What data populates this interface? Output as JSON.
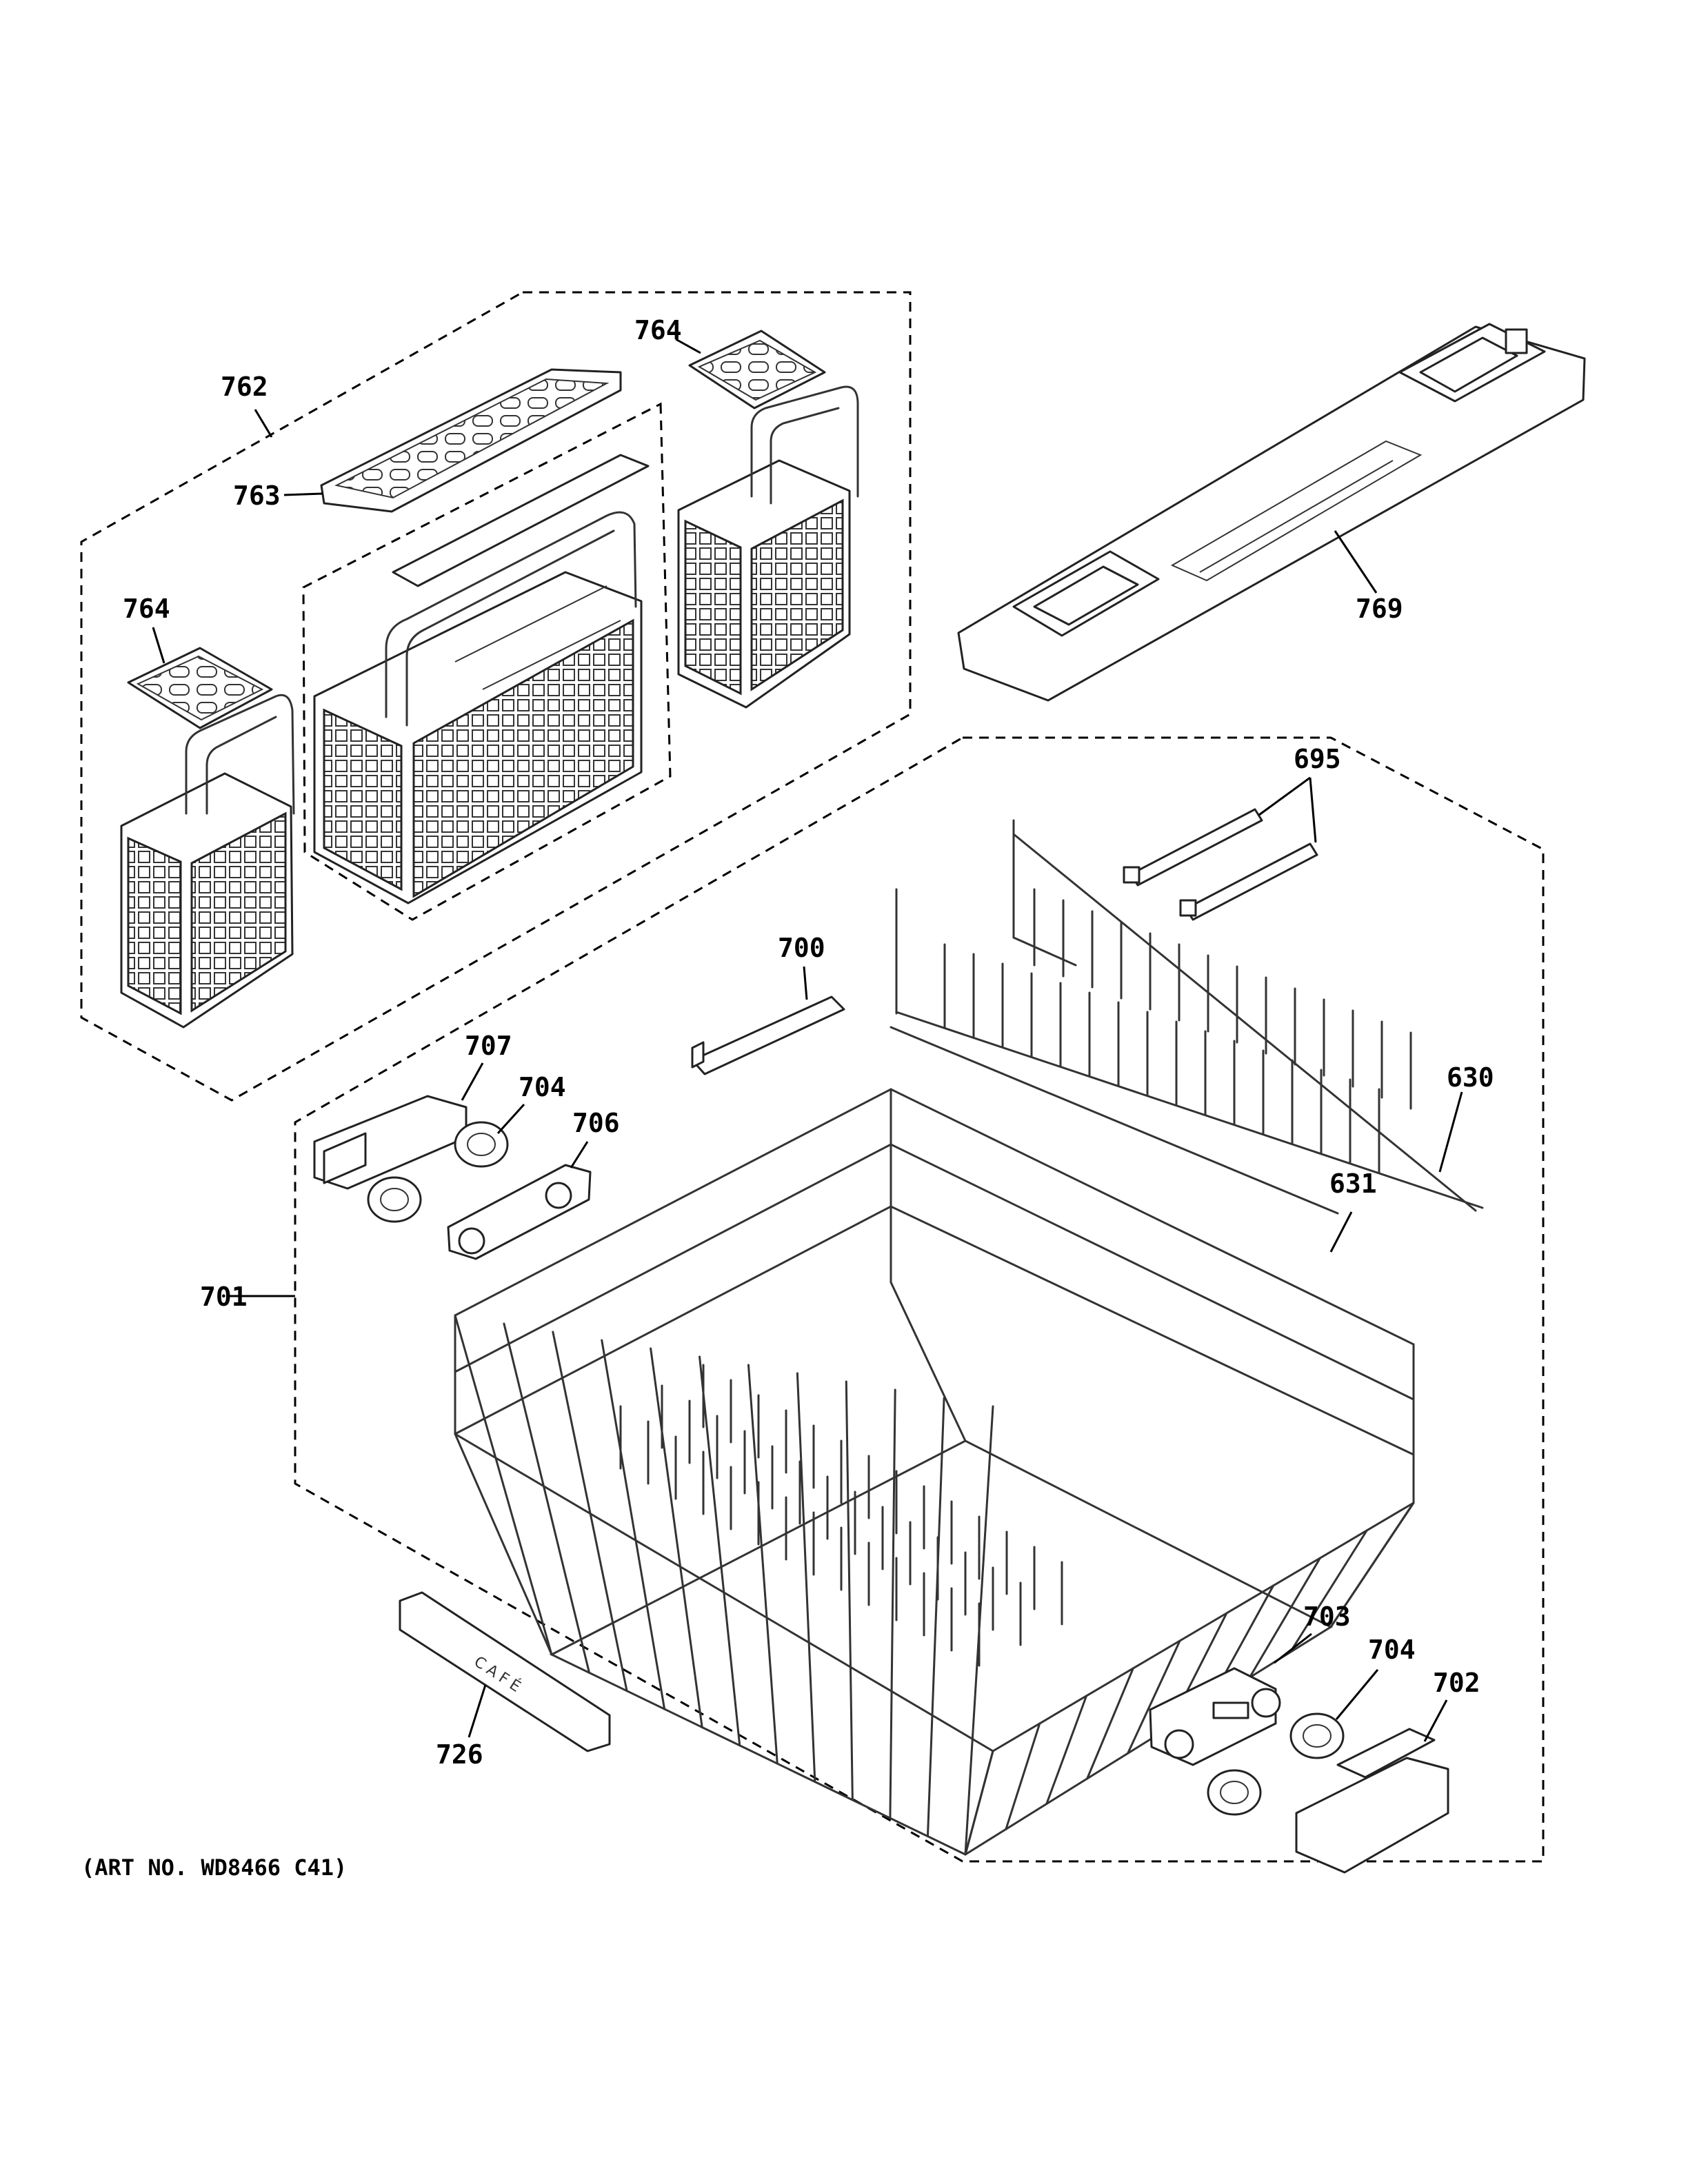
{
  "diagram": {
    "callouts": {
      "c762": "762",
      "c763": "763",
      "c764a": "764",
      "c764b": "764",
      "c769": "769",
      "c695": "695",
      "c700": "700",
      "c630": "630",
      "c631": "631",
      "c707": "707",
      "c704a": "704",
      "c706": "706",
      "c701": "701",
      "c703": "703",
      "c704b": "704",
      "c702": "702",
      "c726": "726"
    },
    "engraving_726": "CAFÉ",
    "art_number": "(ART NO. WD8466 C41)"
  }
}
